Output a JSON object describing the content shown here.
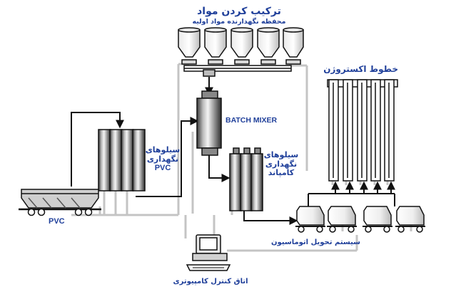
{
  "labels": {
    "title": "ترکیب کردن مواد",
    "subtitle": "محفظه نگهدارنده مواد اولیه",
    "batch_mixer": "BATCH MIXER",
    "extrusion_lines": "خطوط اکستروژن",
    "pvc_silos": [
      "سیلوهای",
      "نگهداری",
      "PVC"
    ],
    "compound_silos": [
      "سیلوهای",
      "نگهداری",
      "کامپاند"
    ],
    "pvc": "PVC",
    "auto_delivery": "سیستم تحویل اتوماسیون",
    "computer_room": "اتاق کنترل کامپیوتری"
  },
  "colors": {
    "label_text": "#1f3f9a",
    "outline": "#111111",
    "pipe_gray": "#c4c4c4",
    "silo_light": "#f2f2f2",
    "silo_dark": "#555555"
  }
}
